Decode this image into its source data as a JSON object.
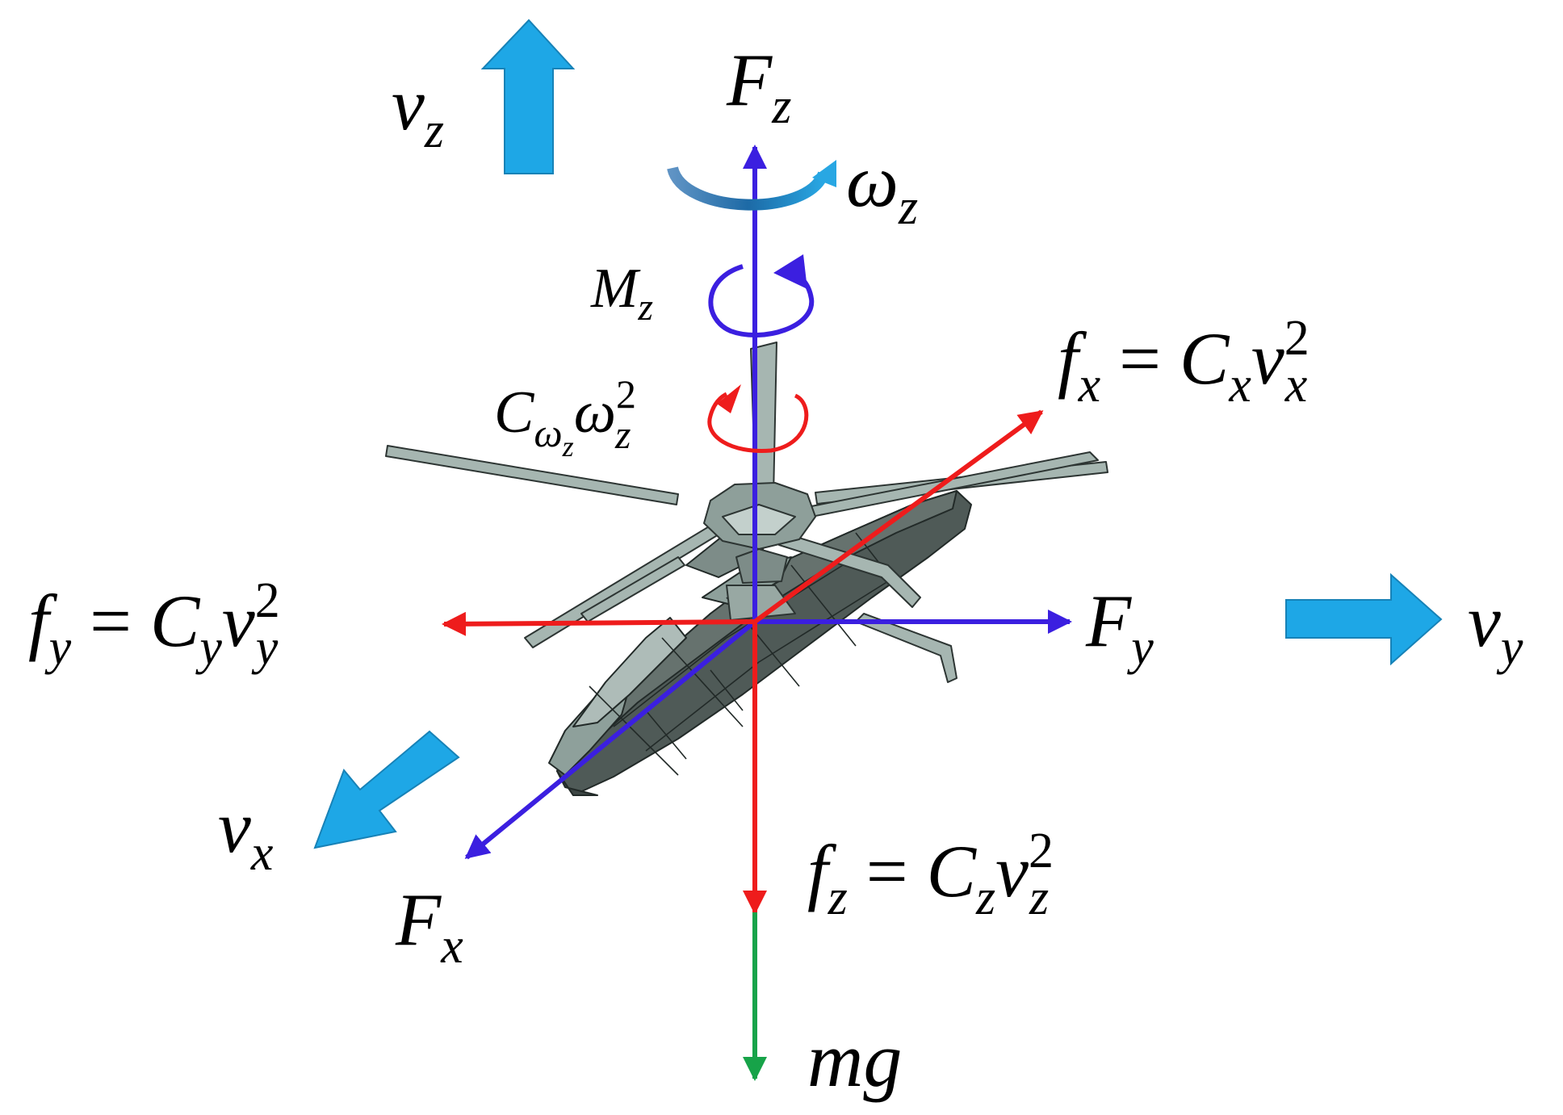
{
  "labels": {
    "vz": {
      "base": "v",
      "sub": "z"
    },
    "Fz": {
      "base": "F",
      "sub": "z"
    },
    "omega_z": {
      "base": "ω",
      "sub": "z"
    },
    "Mz": {
      "base": "M",
      "sub": "z"
    },
    "fx_eq": {
      "f": "f",
      "fsub": "x",
      "eq": " = ",
      "C": "C",
      "Csub": "x",
      "v": "v",
      "vsub": "x",
      "sup": "2"
    },
    "damping": {
      "C": "C",
      "Csub": "ω",
      "Csubsub": "z",
      "omega": "ω",
      "omegasub": "z",
      "sup": "2"
    },
    "fy_eq": {
      "f": "f",
      "fsub": "y",
      "eq": " = ",
      "C": "C",
      "Csub": "y",
      "v": "v",
      "vsub": "y",
      "sup": "2"
    },
    "Fy": {
      "base": "F",
      "sub": "y"
    },
    "vy": {
      "base": "v",
      "sub": "y"
    },
    "vx": {
      "base": "v",
      "sub": "x"
    },
    "Fx": {
      "base": "F",
      "sub": "x"
    },
    "fz_eq": {
      "f": "f",
      "fsub": "z",
      "eq": " = ",
      "C": "C",
      "Csub": "z",
      "v": "v",
      "vsub": "z",
      "sup": "2"
    },
    "mg": {
      "text": "mg"
    }
  },
  "colors": {
    "thrust_blue": "#3b1fe0",
    "drag_red": "#ee1c1c",
    "gravity_green": "#17a349",
    "velocity_cyan": "#1ea7e6",
    "omega_arc": "#2b8cc4",
    "body_fill": "#4f5a57",
    "body_edge": "#222a28",
    "blade_fill": "#a6b6b1",
    "blade_edge": "#2d3533"
  }
}
